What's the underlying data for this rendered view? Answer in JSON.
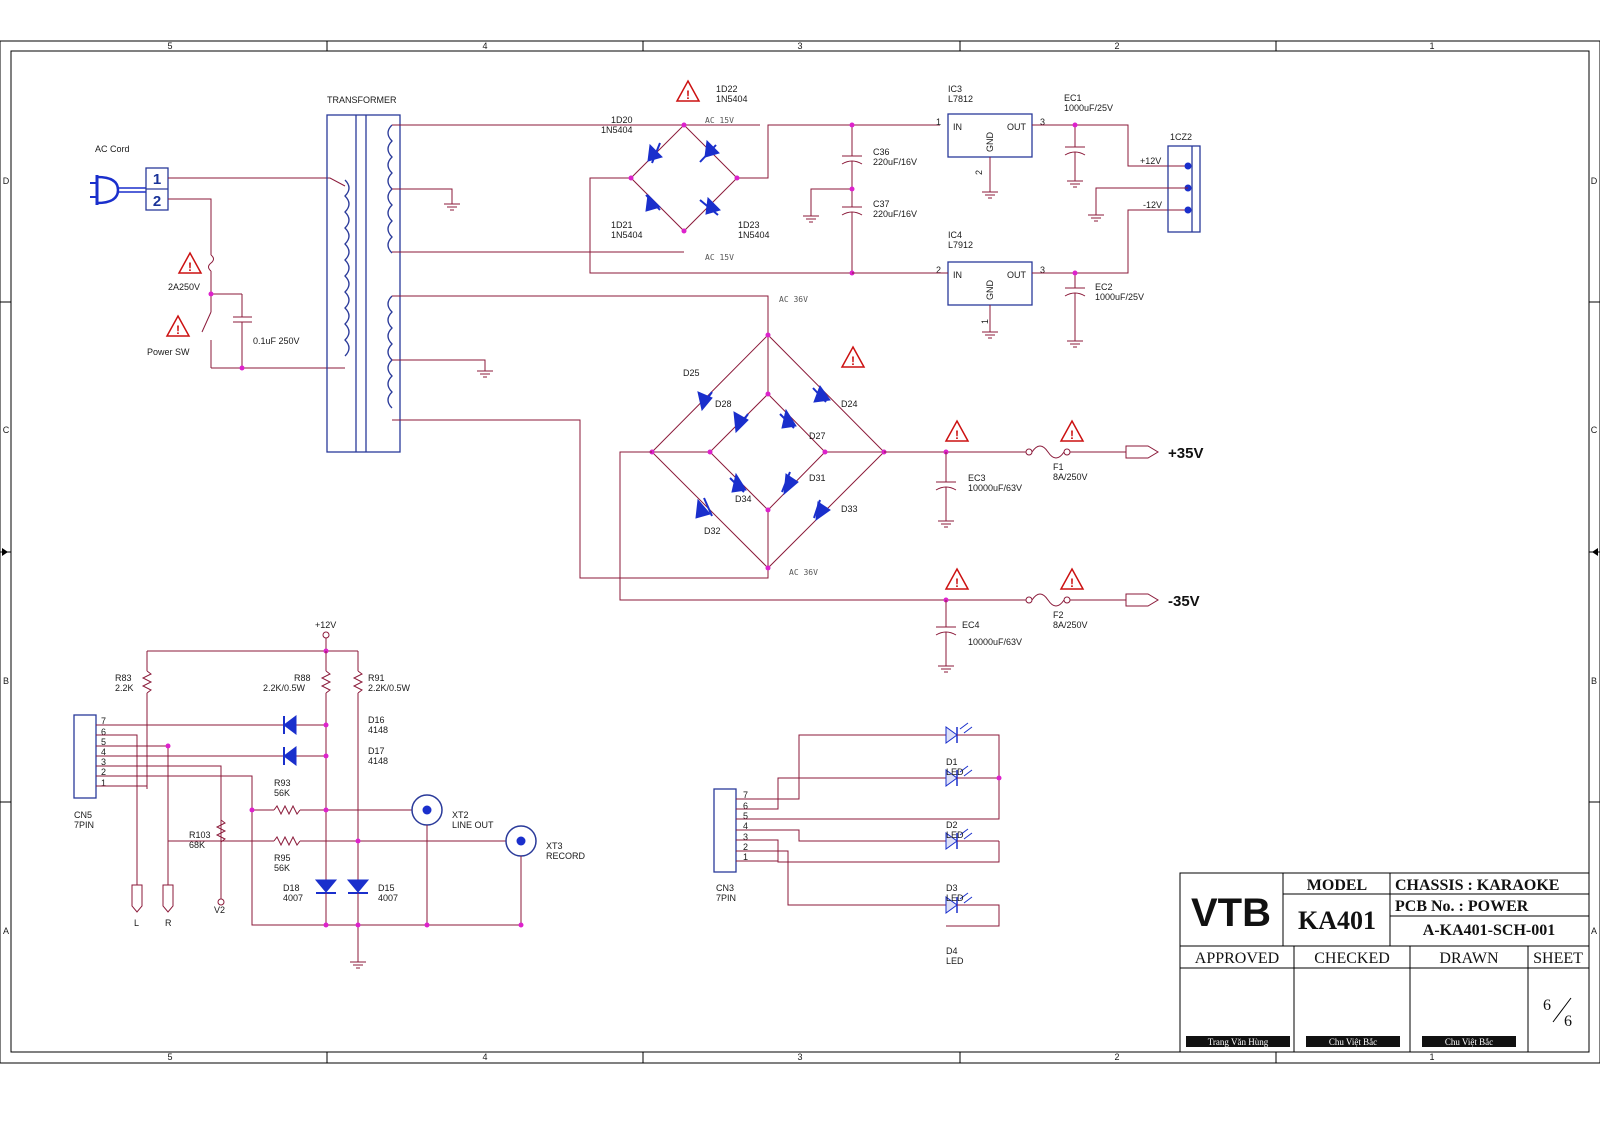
{
  "frame": {
    "top_cols": [
      "5",
      "4",
      "3",
      "2",
      "1"
    ],
    "bottom_cols": [
      "5",
      "4",
      "3",
      "2",
      "1"
    ],
    "rows": [
      "D",
      "C",
      "B",
      "A"
    ]
  },
  "labels": {
    "ac_cord": "AC Cord",
    "pin1": "1",
    "pin2": "2",
    "fuse": "2A250V",
    "power_sw": "Power SW",
    "cap_01": "0.1uF 250V",
    "transformer": "TRANSFORMER",
    "d20": [
      "1D20",
      "1N5404"
    ],
    "d22": [
      "1D22",
      "1N5404"
    ],
    "d21": [
      "1D21",
      "1N5404"
    ],
    "d23": [
      "1D23",
      "1N5404"
    ],
    "ac15_top": "AC 15V",
    "ac15_bot": "AC 15V",
    "c36": [
      "C36",
      "220uF/16V"
    ],
    "c37": [
      "C37",
      "220uF/16V"
    ],
    "ic3": [
      "IC3",
      "L7812"
    ],
    "ic4": [
      "IC4",
      "L7912"
    ],
    "ic_in": "IN",
    "ic_out": "OUT",
    "ic_gnd": "GND",
    "ic3_p1": "1",
    "ic3_p3": "3",
    "ic3_p2": "2",
    "ic4_p2": "2",
    "ic4_p3": "3",
    "ic4_p1": "1",
    "ec1": [
      "EC1",
      "1000uF/25V"
    ],
    "ec2": [
      "EC2",
      "1000uF/25V"
    ],
    "cz": "1CZ2",
    "p12": "+12V",
    "m12": "-12V",
    "ac36_top": "AC 36V",
    "ac36_bot": "AC 36V",
    "d24": "D24",
    "d25": "D25",
    "d27": "D27",
    "d28": "D28",
    "d31": "D31",
    "d32": "D32",
    "d33": "D33",
    "d34": "D34",
    "ec3": [
      "EC3",
      "10000uF/63V"
    ],
    "ec4": [
      "EC4",
      "10000uF/63V"
    ],
    "f1": [
      "F1",
      "8A/250V"
    ],
    "f2": [
      "F2",
      "8A/250V"
    ],
    "v35p": "+35V",
    "v35m": "-35V",
    "p12b": "+12V",
    "r83": [
      "R83",
      "2.2K"
    ],
    "r88": [
      "R88",
      "2.2K/0.5W"
    ],
    "r91": [
      "R91",
      "2.2K/0.5W"
    ],
    "d16": [
      "D16",
      "4148"
    ],
    "d17": [
      "D17",
      "4148"
    ],
    "r93": [
      "R93",
      "56K"
    ],
    "r95": [
      "R95",
      "56K"
    ],
    "r103": [
      "R103",
      "68K"
    ],
    "d18": [
      "D18",
      "4007"
    ],
    "d15": [
      "D15",
      "4007"
    ],
    "xt2": [
      "XT2",
      "LINE OUT"
    ],
    "xt3": [
      "XT3",
      "RECORD"
    ],
    "cn5": [
      "CN5",
      "7PIN"
    ],
    "cn5_pins": [
      "7",
      "6",
      "5",
      "4",
      "3",
      "2",
      "1"
    ],
    "l": "L",
    "r": "R",
    "v2": "V2",
    "cn3": [
      "CN3",
      "7PIN"
    ],
    "cn3_pins": [
      "7",
      "6",
      "5",
      "4",
      "3",
      "2",
      "1"
    ],
    "d1": [
      "D1",
      "LED"
    ],
    "d2": [
      "D2",
      "LED"
    ],
    "d3": [
      "D3",
      "LED"
    ],
    "d4": [
      "D4",
      "LED"
    ]
  },
  "title_block": {
    "logo": "VTB",
    "model_h": "MODEL",
    "model": "KA401",
    "chassis": "CHASSIS :  KARAOKE",
    "pcb": "PCB No. :   POWER",
    "doc": "A-KA401-SCH-001",
    "approved": "APPROVED",
    "checked": "CHECKED",
    "drawn": "DRAWN",
    "sheet": "SHEET",
    "sig1": "Trang Văn Hùng",
    "sig2": "Chu Việt Bắc",
    "sig3": "Chu Việt Bắc",
    "sheet_n": "6",
    "sheet_t": "6"
  },
  "colors": {
    "wire": "#8b1a3a",
    "component": "#2a3a9a",
    "diode": "#1a2fcc",
    "node": "#dd22cc",
    "warning": "#cc1111"
  }
}
